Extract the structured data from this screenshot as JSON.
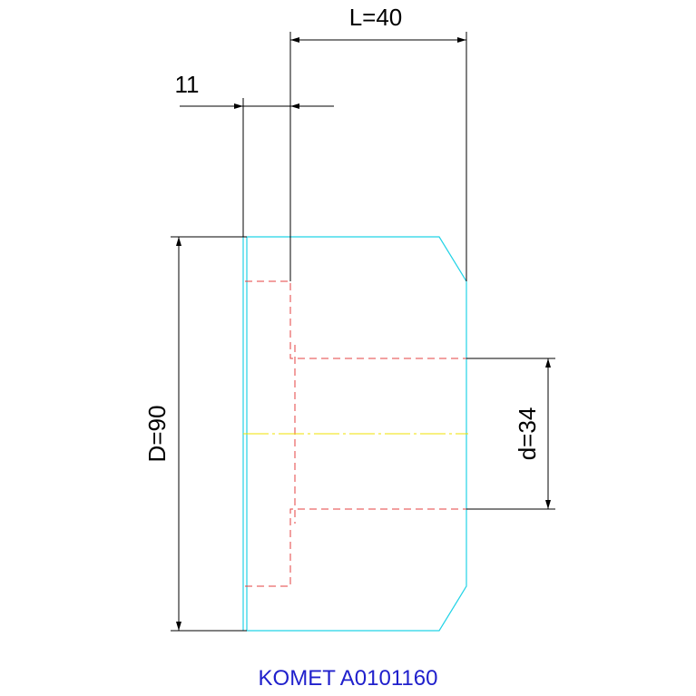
{
  "dimensions": {
    "length_label": "L=40",
    "offset_label": "11",
    "outer_diameter_label": "D=90",
    "bore_diameter_label": "d=34"
  },
  "caption": {
    "text": "KOMET A0101160"
  },
  "colors": {
    "outline": "#22d3e6",
    "hidden": "#e64040",
    "centerline": "#f0e000",
    "dimension": "#000000",
    "caption": "#2020cc"
  }
}
